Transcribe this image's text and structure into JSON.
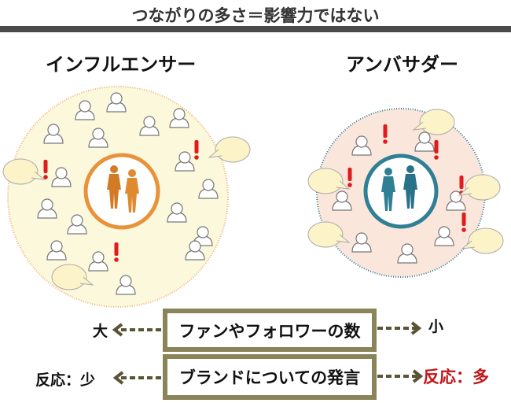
{
  "title": "つながりの多さ＝影響力ではない",
  "left_group": {
    "label": "インフルエンサー",
    "fill": "#fbf8dc",
    "accent": "#e8923a"
  },
  "right_group": {
    "label": "アンバサダー",
    "fill": "#fbe6dc",
    "accent": "#2f7f95"
  },
  "rows": [
    {
      "box": "ファンやフォロワーの数",
      "left": "大",
      "right": "小",
      "right_color": "#111111"
    },
    {
      "box": "ブランドについての発言",
      "left": "反応：少",
      "right": "反応：多",
      "right_color": "#c0161b"
    }
  ],
  "colors": {
    "exclamation": "#e01b1b",
    "arrow": "#5a5436",
    "bubble": "#fdf3c8"
  }
}
